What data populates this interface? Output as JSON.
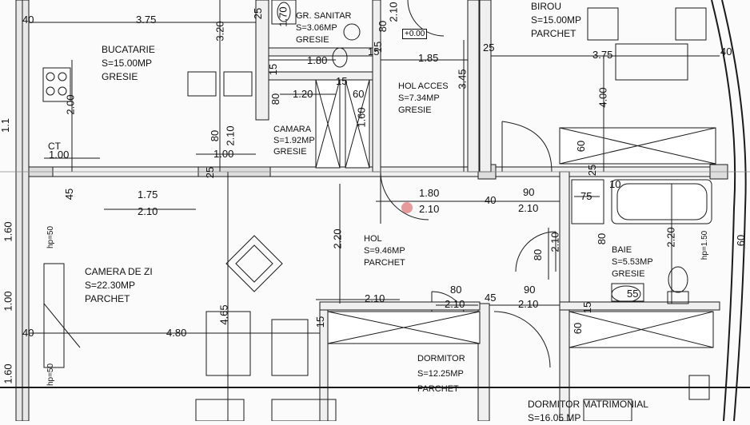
{
  "rooms": {
    "bucatarie": {
      "name": "BUCATARIE",
      "area": "S=15.00MP",
      "floor": "GRESIE"
    },
    "gr_sanitar": {
      "name": "GR. SANITAR",
      "area": "S=3.06MP",
      "floor": "GRESIE"
    },
    "birou": {
      "name": "BIROU",
      "area": "S=15.00MP",
      "floor": "PARCHET"
    },
    "hol_acces": {
      "name": "HOL ACCES",
      "area": "S=7.34MP",
      "floor": "GRESIE"
    },
    "camara": {
      "name": "CAMARA",
      "area": "S=1.92MP",
      "floor": "GRESIE"
    },
    "hol": {
      "name": "HOL",
      "area": "S=9.46MP",
      "floor": "PARCHET"
    },
    "camera_de_zi": {
      "name": "CAMERA DE ZI",
      "area": "S=22.30MP",
      "floor": "PARCHET"
    },
    "baie": {
      "name": "BAIE",
      "area": "S=5.53MP",
      "floor": "GRESIE"
    },
    "dormitor": {
      "name": "DORMITOR",
      "area": "S=12.25MP",
      "floor": "PARCHET"
    },
    "dormitor_matrimonial": {
      "name": "DORMITOR MATRIMONIAL",
      "area": "S=16.05 MP"
    },
    "ct": {
      "name": "CT"
    }
  },
  "level_marker": "+0.00",
  "dims": {
    "h0": "3.75",
    "h1": "1.80",
    "h2": "1.85",
    "h3": "3.75",
    "h4": "1.20",
    "h5": "1.00",
    "h6": "1.00",
    "h7": "1.75",
    "h8": "2.10",
    "h9": "1.80",
    "h10": "2.10",
    "h11": "40",
    "h12": "90",
    "h13": "2.10",
    "h14": "75",
    "h15": "10",
    "h16": "4.80",
    "h17": "2.10",
    "h18": "80",
    "h19": "2.10",
    "h20": "45",
    "h21": "90",
    "h22": "2.10",
    "h23": "55",
    "h24": "40",
    "h25": "40",
    "h26": "40",
    "h27": "60",
    "h28": "25",
    "h29": "15",
    "h30": "15",
    "v0": "3.20",
    "v1": "1.70",
    "v2": "2.10",
    "v3": "80",
    "v4": "25",
    "v5": "2.00",
    "v6": "80",
    "v7": "2.10",
    "v8": "80",
    "v9": "1.60",
    "v10": "3.45",
    "v11": "4.00",
    "v12": "60",
    "v13": "25",
    "v14": "45",
    "v15": "25",
    "v16": "2.20",
    "v17": "80",
    "v18": "2.10",
    "v19": "80",
    "v20": "2.20",
    "v21": "4.65",
    "v22": "15",
    "v23": "60",
    "v24": "15",
    "v25": "1.60",
    "v26": "1.60",
    "v27": "hp=50",
    "v28": "hp=50",
    "v29": "hp=1.50",
    "v30": "60",
    "v31": "1.00",
    "v32": "1.1",
    "v33": "15",
    "v34": "15"
  }
}
